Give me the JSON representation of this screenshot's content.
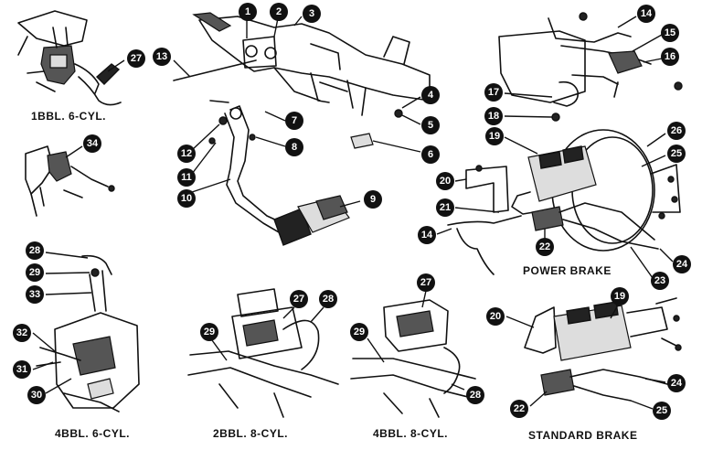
{
  "captions": {
    "bbl1_6cyl": "1BBL. 6-CYL.",
    "bbl4_6cyl": "4BBL. 6-CYL.",
    "bbl2_8cyl": "2BBL. 8-CYL.",
    "bbl4_8cyl": "4BBL. 8-CYL.",
    "power_brake": "POWER BRAKE",
    "standard_brake": "STANDARD BRAKE"
  },
  "callouts": {
    "c1": "1",
    "c2": "2",
    "c3": "3",
    "c4": "4",
    "c5": "5",
    "c6": "6",
    "c7": "7",
    "c8": "8",
    "c9": "9",
    "c10": "10",
    "c11": "11",
    "c12": "12",
    "c13": "13",
    "c14a": "14",
    "c14b": "14",
    "c15": "15",
    "c16": "16",
    "c17": "17",
    "c18": "18",
    "c19a": "19",
    "c19b": "19",
    "c20a": "20",
    "c20b": "20",
    "c21": "21",
    "c22a": "22",
    "c22b": "22",
    "c23": "23",
    "c24a": "24",
    "c24b": "24",
    "c25a": "25",
    "c25b": "25",
    "c26": "26",
    "c27a": "27",
    "c27b": "27",
    "c27c": "27",
    "c28a": "28",
    "c28b": "28",
    "c28c": "28",
    "c29a": "29",
    "c29b": "29",
    "c29c": "29",
    "c30": "30",
    "c31": "31",
    "c32": "32",
    "c33": "33",
    "c34": "34"
  }
}
